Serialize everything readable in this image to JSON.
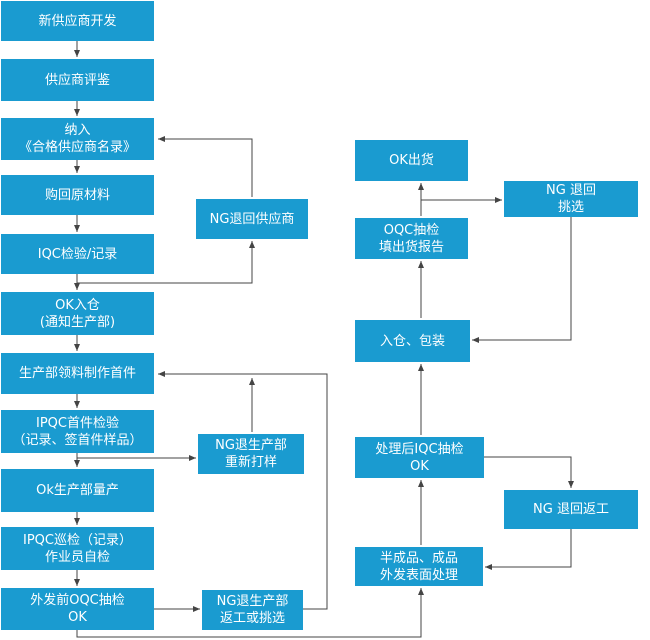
{
  "diagram": {
    "colors": {
      "box": "#1a9bd0",
      "text": "#ffffff",
      "line": "#444444"
    },
    "nodes": {
      "new_supplier": {
        "lines": [
          "新供应商开发"
        ]
      },
      "supplier_eval": {
        "lines": [
          "供应商评鉴"
        ]
      },
      "include_list": {
        "lines": [
          "纳入",
          "《合格供应商名录》"
        ]
      },
      "buy_material": {
        "lines": [
          "购回原材料"
        ]
      },
      "iqc": {
        "lines": [
          "IQC检验/记录"
        ]
      },
      "ng_return_supplier": {
        "lines": [
          "NG退回供应商"
        ]
      },
      "ok_warehouse": {
        "lines": [
          "OK入仓",
          "(通知生产部)"
        ]
      },
      "prod_first": {
        "lines": [
          "生产部领料制作首件"
        ]
      },
      "ipqc_first": {
        "lines": [
          "IPQC首件检验",
          "（记录、签首件样品）"
        ]
      },
      "ng_prod_resample": {
        "lines": [
          "NG退生产部",
          "重新打样"
        ]
      },
      "ok_mass": {
        "lines": [
          "Ok生产部量产"
        ]
      },
      "ipqc_patrol": {
        "lines": [
          "IPQC巡检（记录）",
          "作业员自检"
        ]
      },
      "oqc_before_out": {
        "lines": [
          "外发前OQC抽检",
          "OK"
        ]
      },
      "ng_prod_rework": {
        "lines": [
          "NG退生产部",
          "返工或挑选"
        ]
      },
      "semi_out": {
        "lines": [
          "半成品、成品",
          "外发表面处理"
        ]
      },
      "ng_rework": {
        "lines": [
          "NG 退回返工"
        ]
      },
      "iqc_after": {
        "lines": [
          "处理后IQC抽检",
          "OK"
        ]
      },
      "pack": {
        "lines": [
          "入仓、包装"
        ]
      },
      "oqc_report": {
        "lines": [
          "OQC抽检",
          "填出货报告"
        ]
      },
      "ng_select": {
        "lines": [
          "NG 退回",
          "挑选"
        ]
      },
      "ok_ship": {
        "lines": [
          "OK出货"
        ]
      }
    }
  }
}
